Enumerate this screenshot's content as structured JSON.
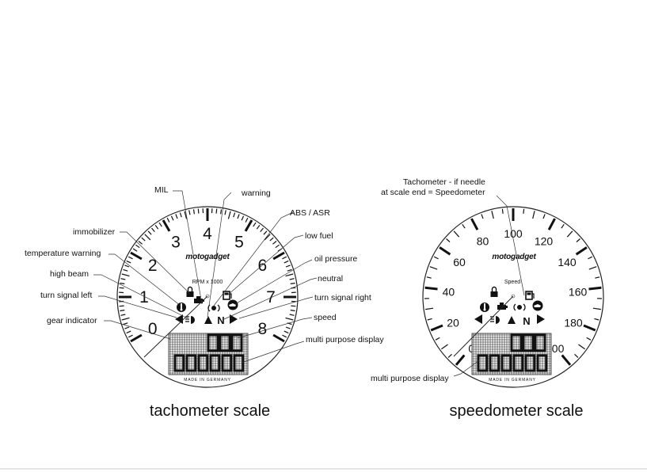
{
  "tachometer": {
    "scale_numbers": [
      "0",
      "1",
      "2",
      "3",
      "4",
      "5",
      "6",
      "7",
      "8"
    ],
    "brand": "motogadget",
    "unit_label": "RPM x 1000",
    "made_in": "MADE IN GERMANY",
    "gear_digit": "1",
    "caption": "tachometer scale",
    "labels": {
      "mil": "MIL",
      "warning": "warning",
      "abs": "ABS / ASR",
      "immobilizer": "immobilizer",
      "low_fuel": "low fuel",
      "temperature": "temperature warning",
      "oil": "oil pressure",
      "high_beam": "high beam",
      "neutral": "neutral",
      "turn_left": "turn signal left",
      "turn_right": "turn signal right",
      "gear": "gear indicator",
      "speed": "speed",
      "multi": "multi purpose display"
    },
    "neutral_letter": "N"
  },
  "speedometer": {
    "scale_numbers": [
      "0",
      "20",
      "40",
      "60",
      "80",
      "100",
      "120",
      "140",
      "160",
      "180",
      "200"
    ],
    "brand": "motogadget",
    "unit_label": "Speed",
    "made_in": "MADE IN GERMANY",
    "gear_digit": "1",
    "caption": "speedometer scale",
    "neutral_letter": "N",
    "labels": {
      "note_line1": "Tachometer -  if needle",
      "note_line2": "at scale end = Speedometer",
      "multi": "multi purpose display"
    }
  }
}
